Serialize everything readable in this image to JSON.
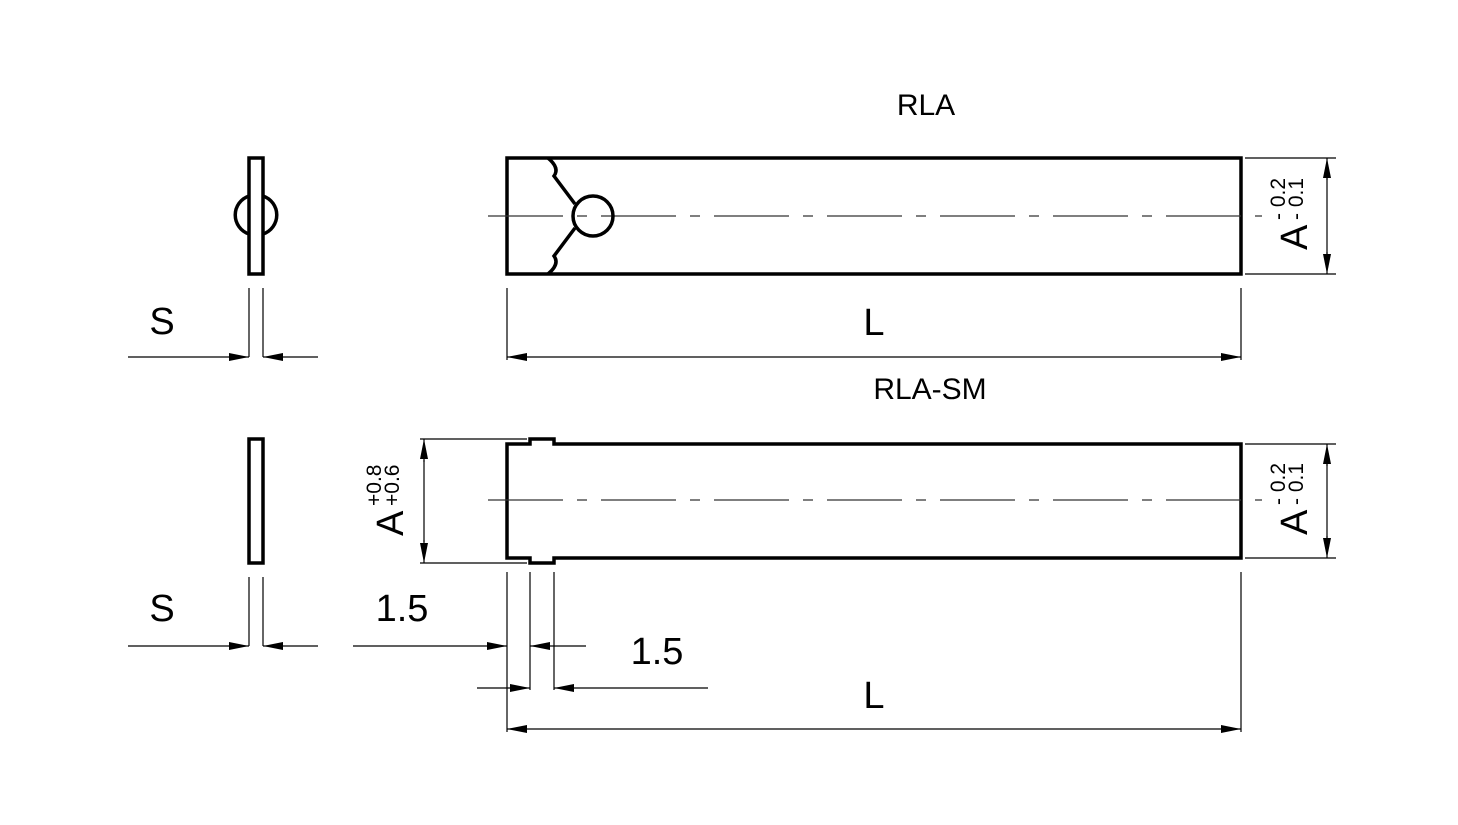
{
  "views": {
    "rla": {
      "title": "RLA",
      "length_label": "L",
      "thickness_label": "S",
      "width": {
        "symbol": "A",
        "tol_upper": "- 0.2",
        "tol_lower": "- 0.1"
      }
    },
    "rla_sm": {
      "title": "RLA-SM",
      "length_label": "L",
      "thickness_label": "S",
      "width": {
        "symbol": "A",
        "tol_upper": "- 0.2",
        "tol_lower": "- 0.1"
      },
      "end_width": {
        "symbol": "A",
        "tol_upper": "+0.8",
        "tol_lower": "+0.6"
      },
      "step_1": "1.5",
      "step_2": "1.5"
    }
  }
}
